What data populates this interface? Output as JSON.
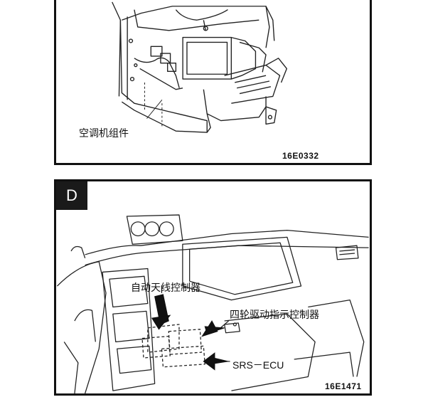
{
  "top_panel": {
    "component_label": "空调机组件",
    "figure_code": "16E0332"
  },
  "bottom_panel": {
    "view_letter": "D",
    "callouts": {
      "antenna_controller": "自动天线控制器",
      "four_wheel_drive_indicator": "四轮驱动指示控制器",
      "srs_ecu": "SRS－ECU"
    },
    "figure_code": "16E1471"
  }
}
